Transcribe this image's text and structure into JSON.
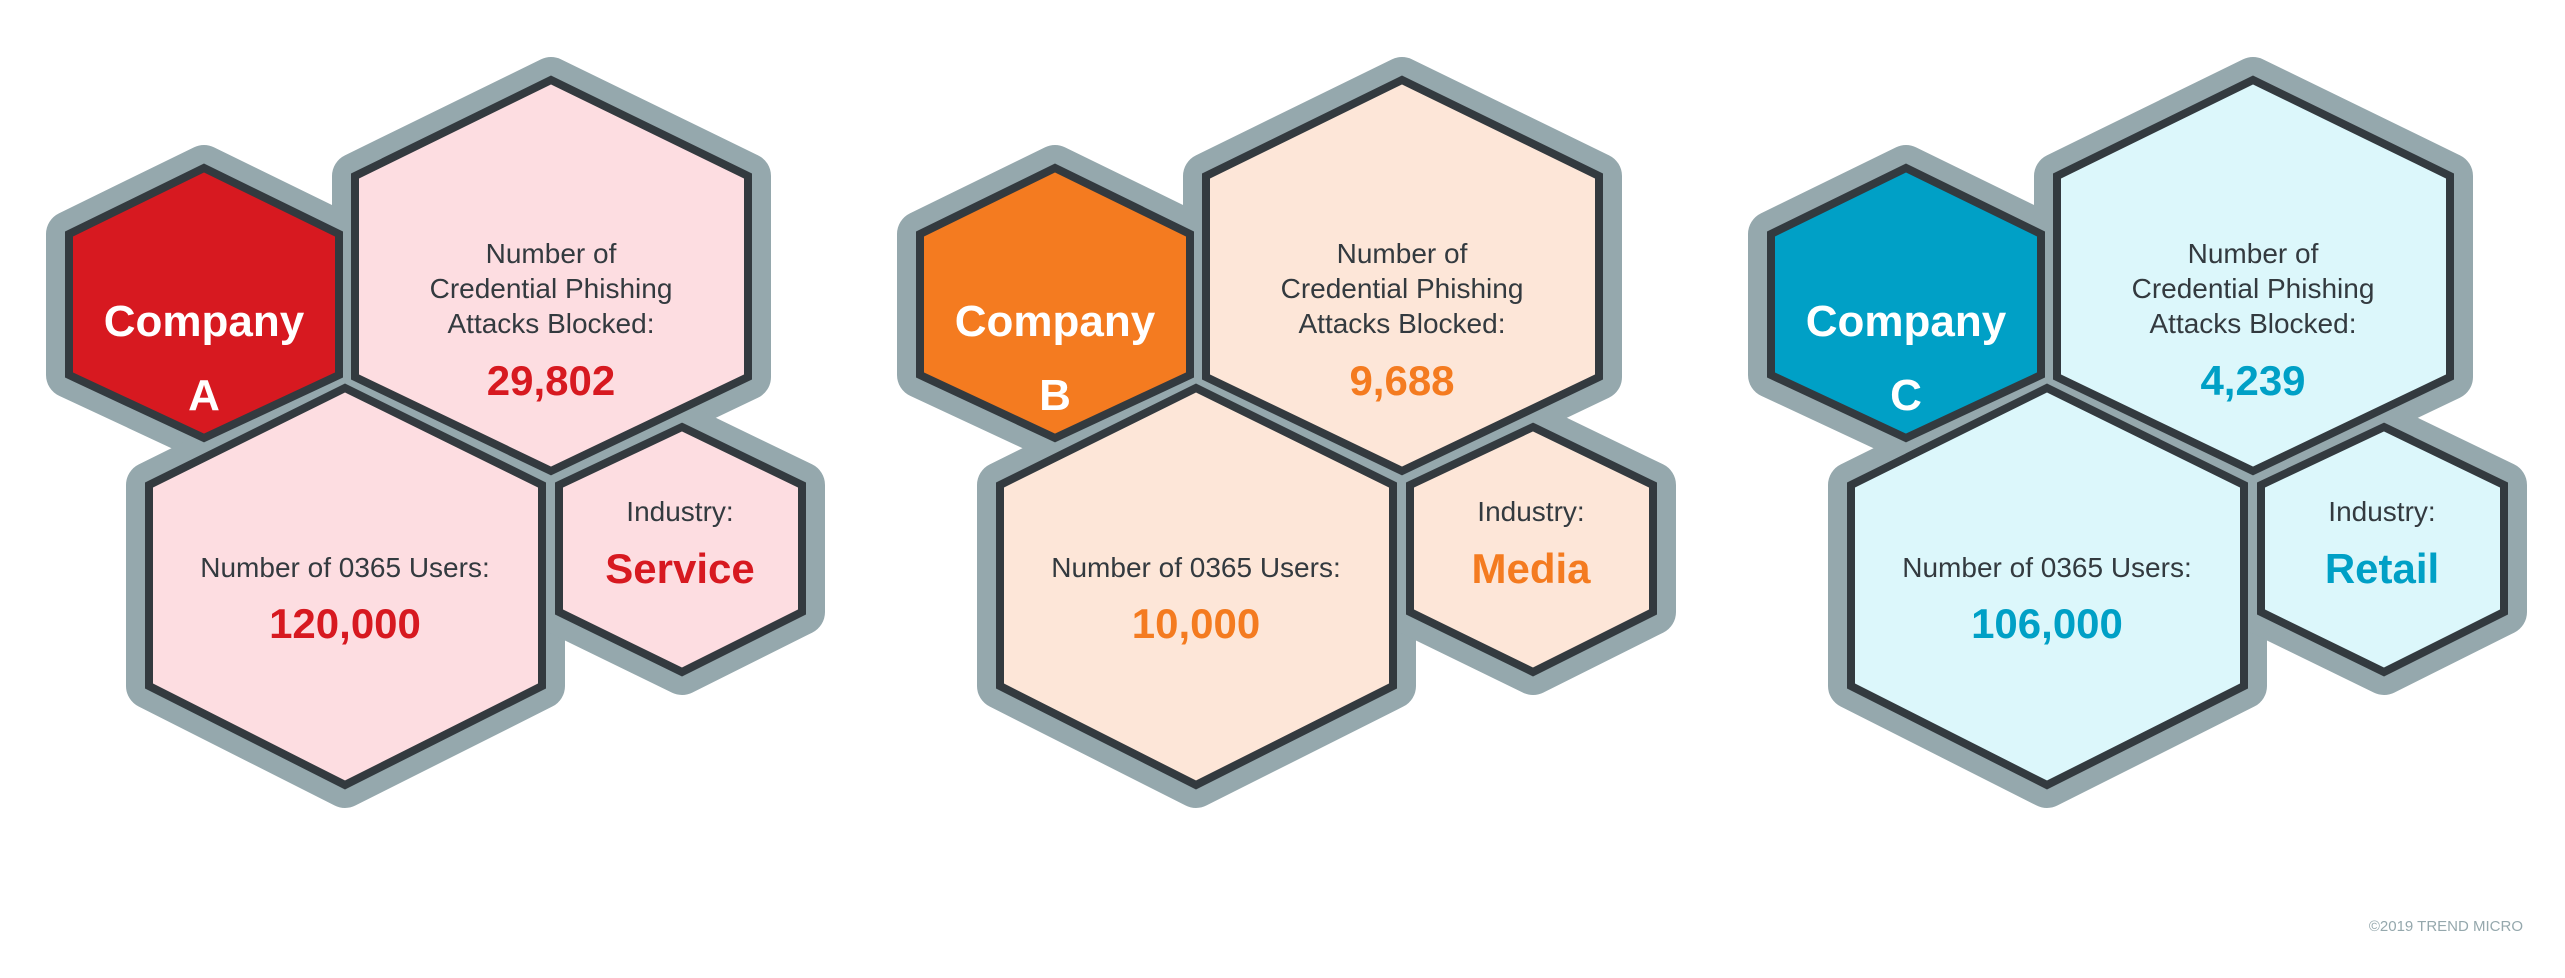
{
  "labels": {
    "attacks_line1": "Number of",
    "attacks_line2": "Credential Phishing",
    "attacks_line3": "Attacks Blocked:",
    "users": "Number of 0365 Users:",
    "industry": "Industry:"
  },
  "companies": [
    {
      "name_line1": "Company",
      "name_line2": "A",
      "attacks_blocked": "29,802",
      "users": "120,000",
      "industry": "Service",
      "accent": "#d71920",
      "fill": "#fddde1"
    },
    {
      "name_line1": "Company",
      "name_line2": "B",
      "attacks_blocked": "9,688",
      "users": "10,000",
      "industry": "Media",
      "accent": "#f47b20",
      "fill": "#fde6d8"
    },
    {
      "name_line1": "Company",
      "name_line2": "C",
      "attacks_blocked": "4,239",
      "users": "106,000",
      "industry": "Retail",
      "accent": "#00a0c6",
      "fill": "#dcf7fb"
    }
  ],
  "footer": {
    "copyright": "©2019 TREND MICRO"
  }
}
